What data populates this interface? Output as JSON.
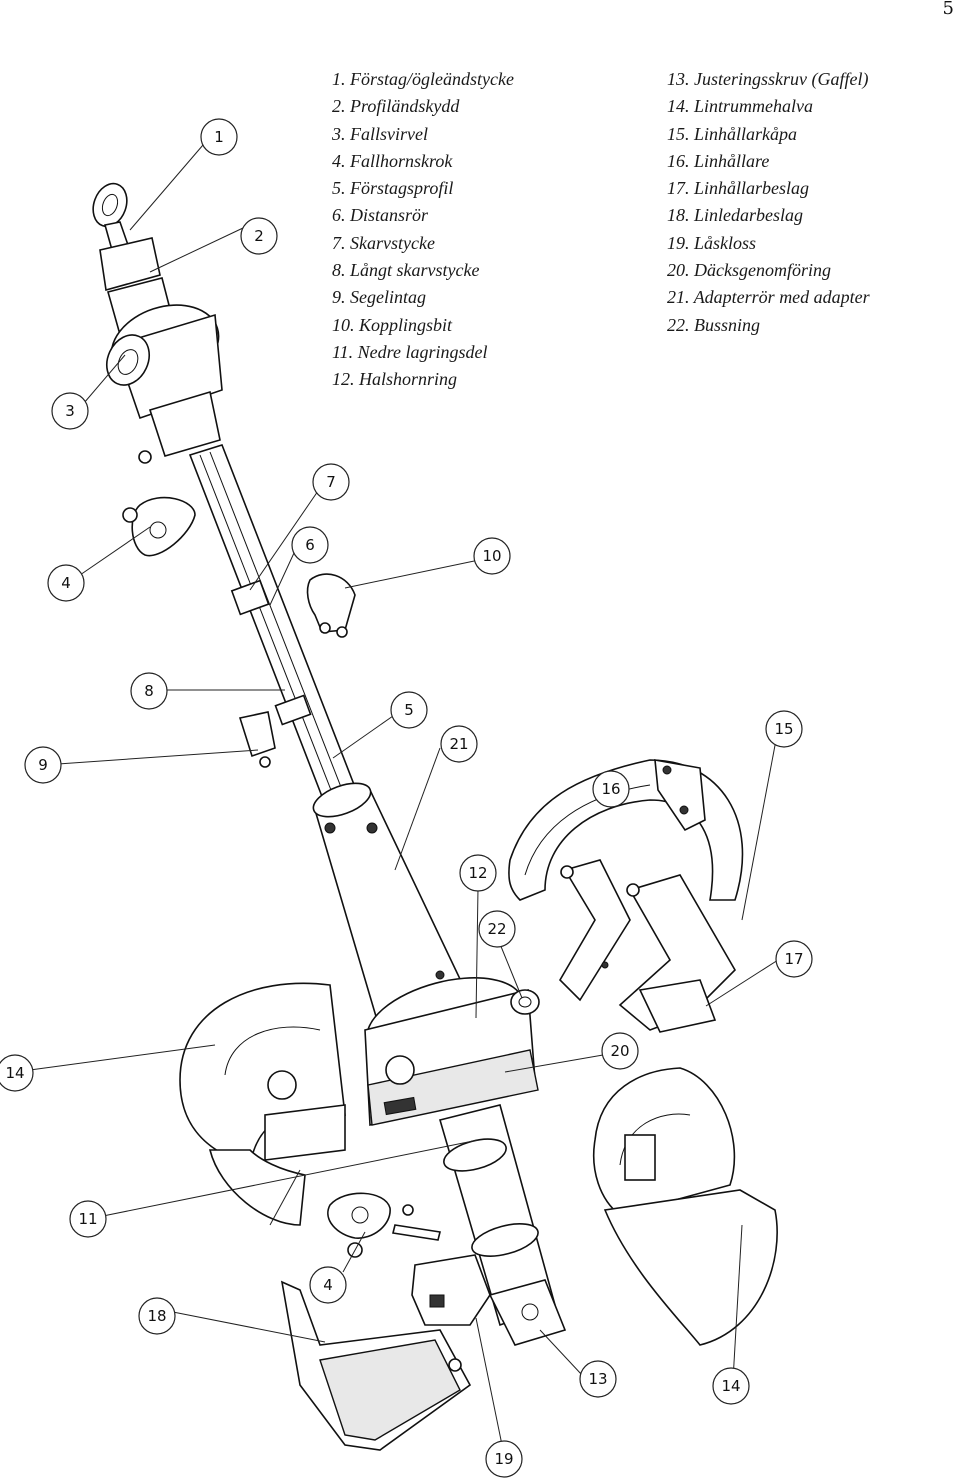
{
  "page_number": "5",
  "parts_list": [
    {
      "num": "1.",
      "name": "Förstag/ögleändstycke"
    },
    {
      "num": "2.",
      "name": "Profiländskydd"
    },
    {
      "num": "3.",
      "name": "Fallsvirvel"
    },
    {
      "num": "4.",
      "name": "Fallhornskrok"
    },
    {
      "num": "5.",
      "name": "Förstagsprofil"
    },
    {
      "num": "6.",
      "name": "Distansrör"
    },
    {
      "num": "7.",
      "name": "Skarvstycke"
    },
    {
      "num": "8.",
      "name": "Långt skarvstycke"
    },
    {
      "num": "9.",
      "name": "Segelintag"
    },
    {
      "num": "10.",
      "name": "Kopplingsbit"
    },
    {
      "num": "11.",
      "name": "Nedre lagringsdel"
    },
    {
      "num": "12.",
      "name": "Halshornring"
    },
    {
      "num": "13.",
      "name": "Justeringsskruv (Gaffel)"
    },
    {
      "num": "14.",
      "name": "Lintrummehalva"
    },
    {
      "num": "15.",
      "name": "Linhållarkåpa"
    },
    {
      "num": "16.",
      "name": "Linhållare"
    },
    {
      "num": "17.",
      "name": "Linhållarbeslag"
    },
    {
      "num": "18.",
      "name": "Linledarbeslag"
    },
    {
      "num": "19.",
      "name": "Låskloss"
    },
    {
      "num": "20.",
      "name": "Däcksgenomföring"
    },
    {
      "num": "21.",
      "name": "Adapterrör med adapter"
    },
    {
      "num": "22.",
      "name": "Bussning"
    }
  ],
  "callouts": [
    "1",
    "2",
    "3",
    "7",
    "6",
    "10",
    "4",
    "8",
    "5",
    "21",
    "15",
    "9",
    "16",
    "12",
    "22",
    "17",
    "14",
    "20",
    "11",
    "4",
    "18",
    "13",
    "14",
    "19"
  ]
}
